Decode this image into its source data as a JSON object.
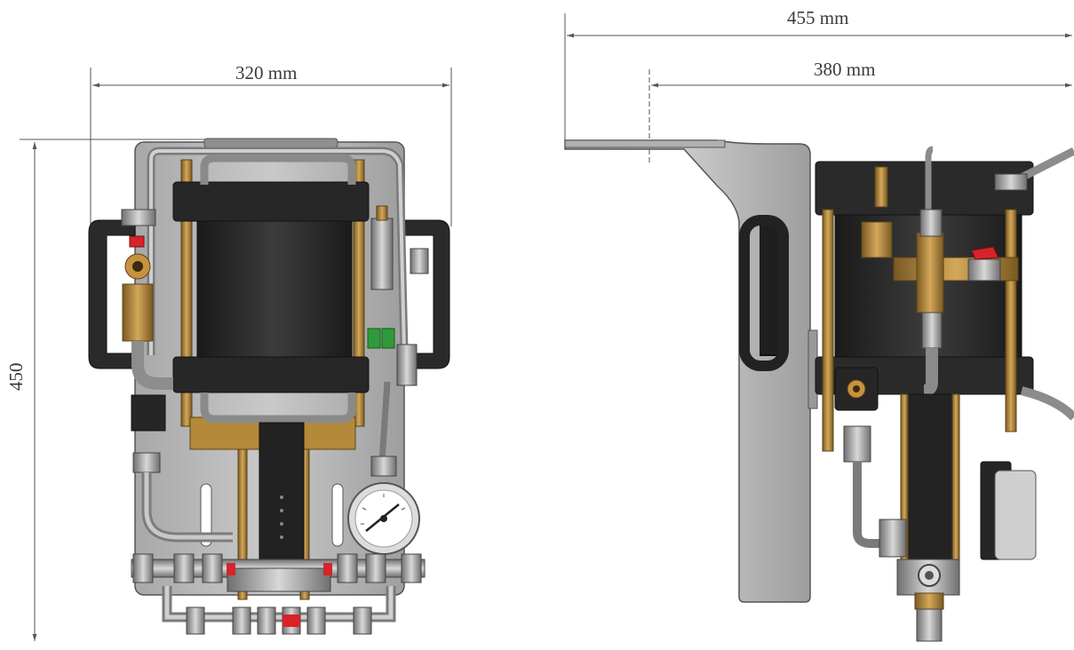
{
  "dimensions": {
    "overall_depth": "455 mm",
    "mount_depth": "380 mm",
    "front_width": "320 mm",
    "height": "450"
  },
  "colors": {
    "dimension_line": "#555555",
    "black_body": "#262626",
    "brass": "#b58a3c",
    "steel": "#9b9b9b",
    "plate": "#b9b9b9",
    "valve_red": "#d6242a",
    "indicator_green": "#2f9a3b"
  }
}
